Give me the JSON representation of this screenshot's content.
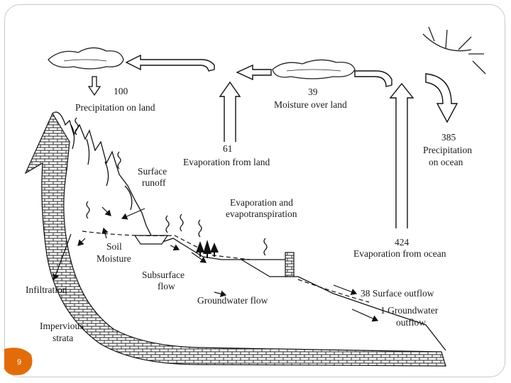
{
  "labels": {
    "precip_land_value": "100",
    "precip_land_label": "Precipitation on land",
    "moisture_land_value": "39",
    "moisture_land_label": "Moisture over land",
    "evap_land_value": "61",
    "evap_land_label": "Evaporation from land",
    "precip_ocean_value": "385",
    "precip_ocean_label_1": "Precipitation",
    "precip_ocean_label_2": "on ocean",
    "surface_runoff_1": "Surface",
    "surface_runoff_2": "runoff",
    "evapotranspiration_1": "Evaporation and",
    "evapotranspiration_2": "evapotranspiration",
    "evap_ocean_value": "424",
    "evap_ocean_label": "Evaporation from ocean",
    "soil_moisture_1": "Soil",
    "soil_moisture_2": "Moisture",
    "subsurface_flow_1": "Subsurface",
    "subsurface_flow_2": "flow",
    "infiltration": "Infiltration",
    "groundwater_flow": "Groundwater flow",
    "surface_outflow": "38 Surface outflow",
    "groundwater_outflow_1": "1 Groundwater",
    "groundwater_outflow_2": "outflow",
    "impervious_1": "Impervious",
    "impervious_2": "strata"
  },
  "slide_number": "9",
  "colors": {
    "accent": "#e36c0a",
    "line": "#1a1a1a",
    "frame": "#c9c9c9"
  }
}
